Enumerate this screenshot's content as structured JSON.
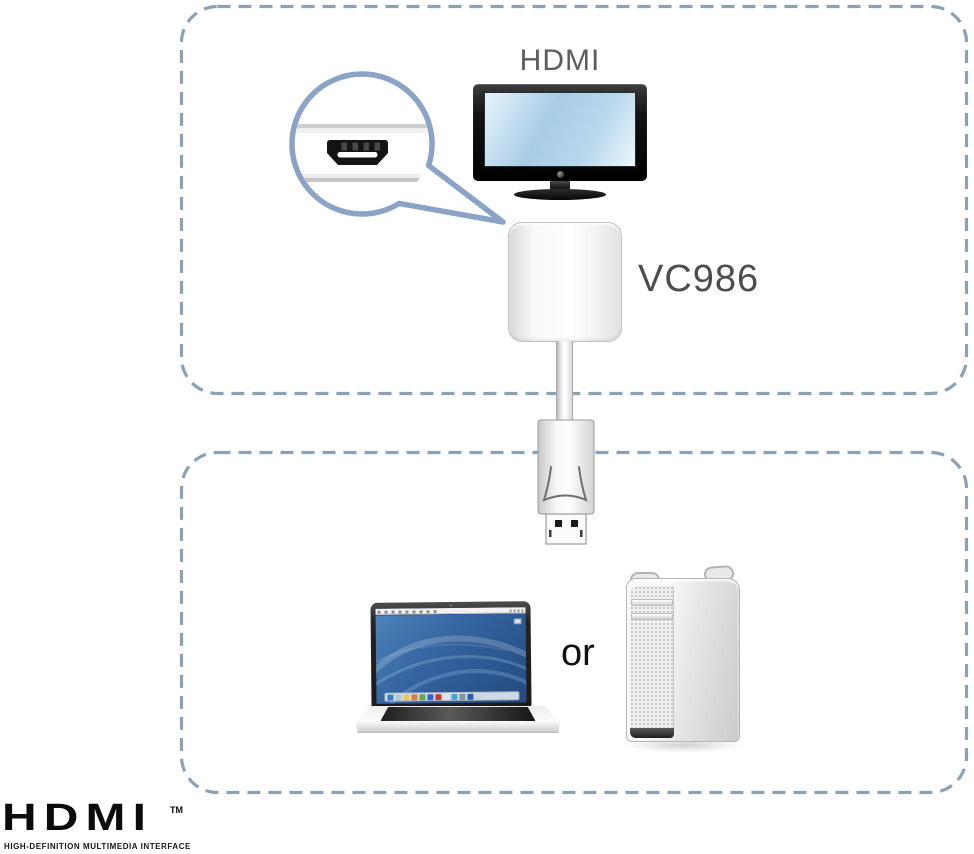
{
  "top_section": {
    "hdmi_label": "HDMI",
    "model_label": "VC986"
  },
  "bottom_section": {
    "or_label": "or"
  },
  "footer": {
    "logo_text": "HDMI",
    "trademark": "TM",
    "tagline": "HIGH-DEFINITION MULTIMEDIA INTERFACE"
  },
  "icons": {
    "tv": "hdmi-tv-icon",
    "magnifier": "hdmi-port-magnifier-icon",
    "adapter": "vc986-adapter-icon",
    "connector": "displayport-connector-icon",
    "laptop": "laptop-icon",
    "tower": "desktop-tower-icon"
  },
  "colors": {
    "dashed_border": "#8aa2b4",
    "magnifier_border": "#8ba3c6",
    "heading_text": "#5c5c5c",
    "model_text": "#4d4d4d",
    "tv_screen_blue": "#a9cde6",
    "desktop_blue": "#33629e",
    "logo_black": "#0b0b0b"
  }
}
